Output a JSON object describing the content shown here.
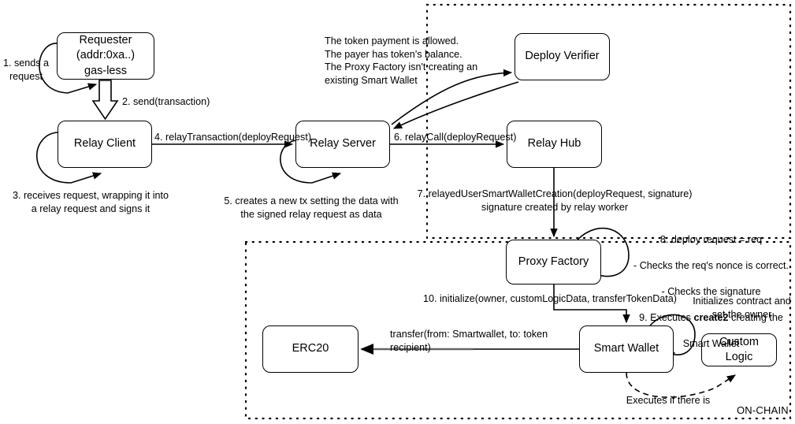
{
  "diagram": {
    "title_hidden": "",
    "zones": [
      {
        "name": "on-chain-zone-upper",
        "label": ""
      },
      {
        "name": "on-chain-zone-lower",
        "label": "ON-CHAIN"
      }
    ],
    "nodes": [
      {
        "id": "requester",
        "label": "Requester\n(addr:0xa..)\ngas-less"
      },
      {
        "id": "relay-client",
        "label": "Relay Client"
      },
      {
        "id": "relay-server",
        "label": "Relay Server"
      },
      {
        "id": "deploy-verifier",
        "label": "Deploy Verifier"
      },
      {
        "id": "relay-hub",
        "label": "Relay Hub"
      },
      {
        "id": "proxy-factory",
        "label": "Proxy Factory"
      },
      {
        "id": "smart-wallet",
        "label": "Smart Wallet"
      },
      {
        "id": "erc20",
        "label": "ERC20"
      },
      {
        "id": "custom-logic",
        "label": "Custom Logic"
      }
    ],
    "annotations": {
      "step1": "1. sends a\nrequest",
      "step2": "2. send(transaction)",
      "step3": "3. receives request, wrapping it into\na relay request and signs it",
      "step4": "4. relayTransaction(deployRequest)",
      "step5": "5. creates a new tx setting the data with\nthe signed relay request as data",
      "step6": "6. relayCall(deployRequest)",
      "step7": "7. relayedUserSmartWalletCreation(deployRequest, signature)\nsignature created by relay worker",
      "step8_9_line1": "8. deploy request = req",
      "step8_9_line2": "- Checks the req's nonce is correct.",
      "step8_9_line3": "- Checks the signature",
      "step8_9_line4_pre": "9. Executes ",
      "step8_9_line4_bold": "create2",
      "step8_9_line4_post": " creating the",
      "step8_9_line5": "Smart Wallet",
      "step10": "10. initialize(owner, customLogicData, transferTokenData)",
      "verifier_checks": "The token payment is allowed.\nThe payer has token's balance.\nThe Proxy Factory isn't creating an\nexisting Smart Wallet",
      "transfer": "transfer(from: Smartwallet, to: token recipient)",
      "initializes": "Initializes contract and\nset the owner",
      "executes_if": "Executes if there is",
      "on_chain": "ON-CHAIN"
    },
    "colors": {
      "stroke": "#000000",
      "fill": "#ffffff",
      "text": "#000000",
      "gray_arrow": "#666666",
      "zone_border": "#000000"
    }
  }
}
